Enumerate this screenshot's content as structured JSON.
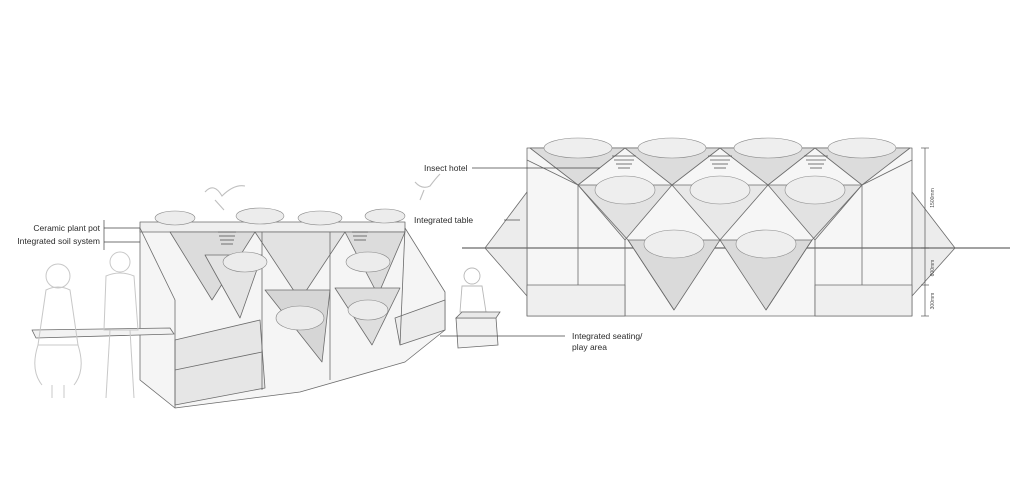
{
  "labels": {
    "ceramic_plant_pot": "Ceramic plant pot",
    "integrated_soil_system": "Integrated soil system",
    "insect_hotel": "Insect hotel",
    "integrated_table": "Integrated table",
    "integrated_seating_line1": "Integrated seating/",
    "integrated_seating_line2": "play area"
  },
  "dimensions": {
    "total_height": "1500mm",
    "table_height": "600mm",
    "seat_height": "300mm"
  },
  "colors": {
    "line": "#6b6b6b",
    "panel": "#f4f4f4",
    "shade": "#d9d9d9",
    "plant": "#e9e9e9",
    "figure": "#c8c8c8"
  }
}
